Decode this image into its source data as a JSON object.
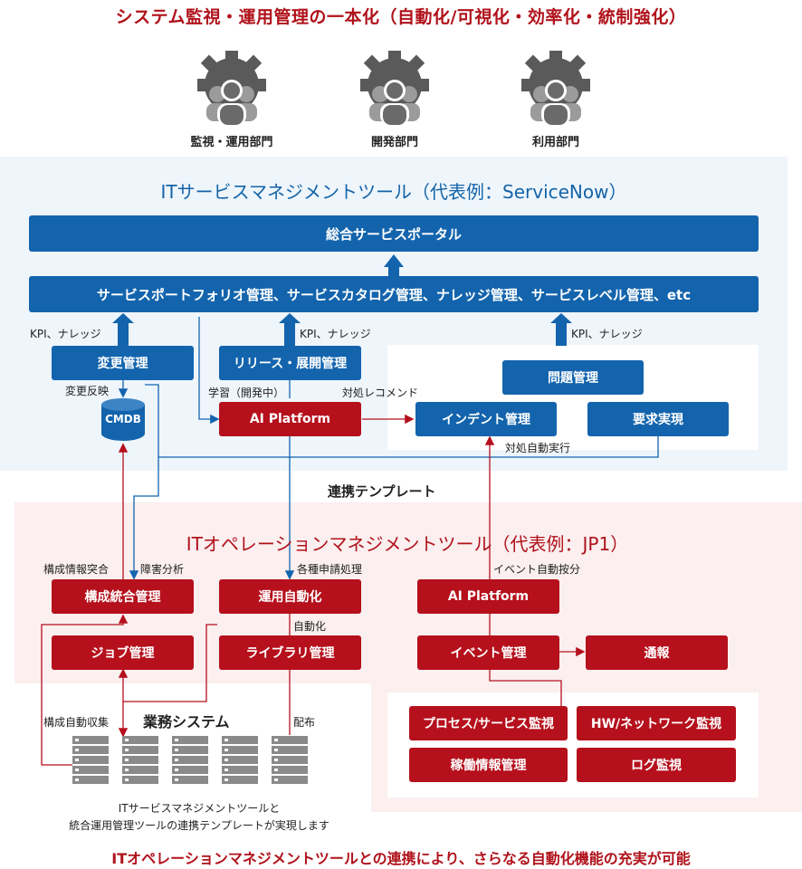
{
  "headline": "システム監視・運用管理の一本化（自動化/可視化・効率化・統制強化）",
  "departments": [
    {
      "label": "監視・運用部門",
      "icon": "gear-person-icon"
    },
    {
      "label": "開発部門",
      "icon": "gear-person-icon"
    },
    {
      "label": "利用部門",
      "icon": "gear-person-icon"
    }
  ],
  "itsm": {
    "title": "ITサービスマネジメントツール（代表例：ServiceNow）",
    "portal": "総合サービスポータル",
    "portfolio": "サービスポートフォリオ管理、サービスカタログ管理、ナレッジ管理、サービスレベル管理、etc",
    "change_mgmt": "変更管理",
    "release_mgmt": "リリース・展開管理",
    "problem_mgmt": "問題管理",
    "ai_platform": "AI Platform",
    "incident_mgmt": "インデント管理",
    "request_fulfill": "要求実現",
    "cmdb": "CMDB",
    "label_kpi1": "KPI、ナレッジ",
    "label_kpi2": "KPI、ナレッジ",
    "label_kpi3": "KPI、ナレッジ",
    "label_change_reflect": "変更反映",
    "label_learning": "学習（開発中）",
    "label_recommend": "対処レコメンド",
    "label_auto_exec": "対処自動実行"
  },
  "link_template": "連携テンプレート",
  "itom": {
    "title": "ITオペレーションマネジメントツール（代表例：JP1）",
    "config_mgmt": "構成統合管理",
    "ops_automation": "運用自動化",
    "ai_platform": "AI Platform",
    "job_mgmt": "ジョブ管理",
    "library_mgmt": "ライブラリ管理",
    "event_mgmt": "イベント管理",
    "notify": "通報",
    "process_monitor": "プロセス/サービス監視",
    "hw_monitor": "HW/ネットワーク監視",
    "operation_info": "稼働情報管理",
    "log_monitor": "ログ監視",
    "label_config_conflict": "構成情報突合",
    "label_fault_analysis": "障害分析",
    "label_requests": "各種申請処理",
    "label_event_assign": "イベント自動按分",
    "label_automation": "自動化",
    "label_auto_collect": "構成自動収集",
    "label_deploy": "配布"
  },
  "business_system": "業務システム",
  "note_line1": "ITサービスマネジメントツールと",
  "note_line2": "統合運用管理ツールの連携テンプレートが実現します",
  "conclusion": "ITオペレーションマネジメントツールとの連携により、さらなる自動化機能の充実が可能",
  "colors": {
    "blue": "#1364ad",
    "red": "#b5101c",
    "blue_zone": "#eef5fb",
    "red_zone": "#fbefef"
  }
}
